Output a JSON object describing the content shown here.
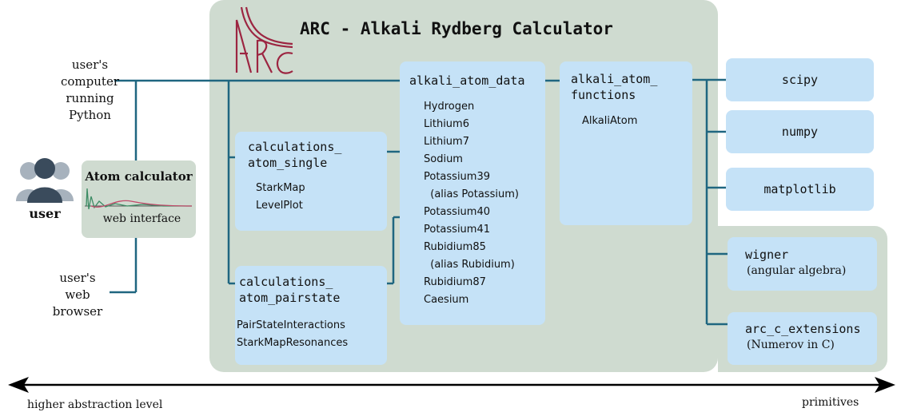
{
  "title": "ARC - Alkali Rydberg Calculator",
  "logo_text": "ARC",
  "user": {
    "label": "user",
    "computer_label": "user's\ncomputer\nrunning Python",
    "browser_label": "user's\nweb\nbrowser"
  },
  "atom_calculator": {
    "title": "Atom calculator",
    "subtitle": "web interface"
  },
  "modules": {
    "alkali_atom_data": {
      "title": "alkali_atom_data",
      "items": [
        "Hydrogen",
        "Lithium6",
        "Lithium7",
        "Sodium",
        "Potassium39",
        "  (alias Potassium)",
        "Potassium40",
        "Potassium41",
        "Rubidium85",
        "  (alias Rubidium)",
        "Rubidium87",
        "Caesium"
      ]
    },
    "alkali_atom_functions": {
      "title": "alkali_atom_\nfunctions",
      "items": [
        "AlkaliAtom"
      ]
    },
    "calculations_atom_single": {
      "title": "calculations_\natom_single",
      "items": [
        "StarkMap",
        "LevelPlot"
      ]
    },
    "calculations_atom_pairstate": {
      "title": "calculations_\natom_pairstate",
      "items": [
        "PairStateInteractions",
        "StarkMapResonances"
      ]
    }
  },
  "libraries": {
    "scipy": "scipy",
    "numpy": "numpy",
    "matplotlib": "matplotlib",
    "wigner": {
      "title": "wigner",
      "subtitle": "(angular algebra)"
    },
    "arc_c_extensions": {
      "title": "arc_c_extensions",
      "subtitle": "(Numerov in C)"
    }
  },
  "axis": {
    "left_label": "higher abstraction level",
    "right_label": "primitives"
  },
  "colors": {
    "panel": "#cfdbd0",
    "box": "#c5e2f7",
    "connector": "#1f6680",
    "logo": "#9c2541",
    "icon": "#3a4b5c"
  }
}
